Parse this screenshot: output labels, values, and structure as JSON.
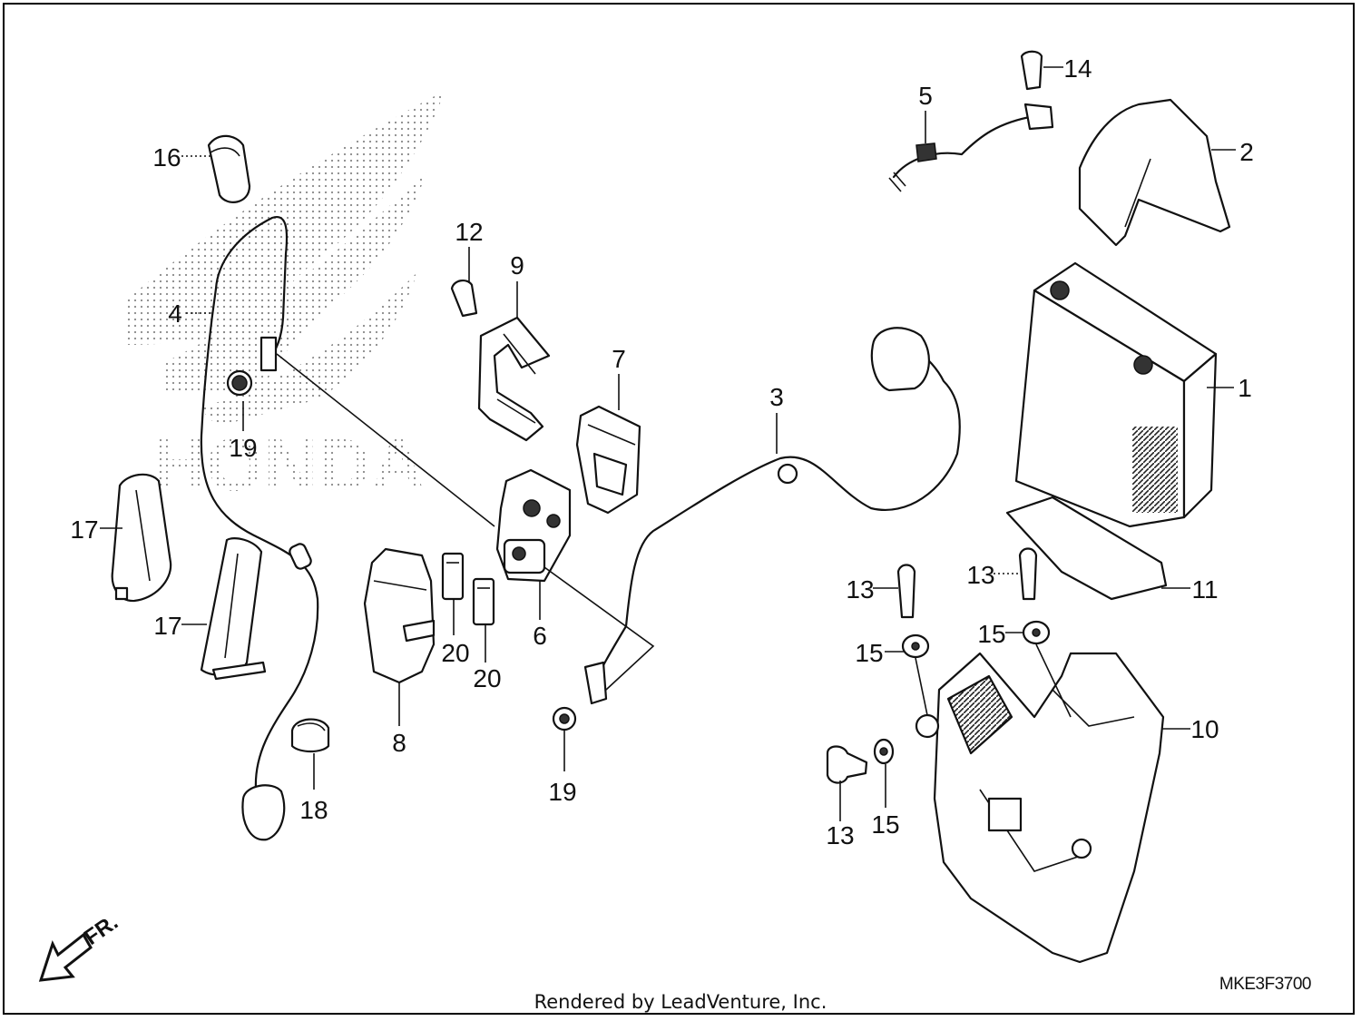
{
  "callouts": {
    "c1": "1",
    "c2": "2",
    "c3": "3",
    "c4": "4",
    "c5": "5",
    "c6": "6",
    "c7": "7",
    "c8": "8",
    "c9": "9",
    "c10": "10",
    "c11": "11",
    "c12": "12",
    "c13a": "13",
    "c13b": "13",
    "c13c": "13",
    "c14": "14",
    "c15a": "15",
    "c15b": "15",
    "c15c": "15",
    "c16": "16",
    "c17a": "17",
    "c17b": "17",
    "c18": "18",
    "c19a": "19",
    "c19b": "19",
    "c20a": "20",
    "c20b": "20"
  },
  "watermark": "HONDA",
  "direction_label": "FR.",
  "diagram_code": "MKE3F3700",
  "credit": "Rendered by LeadVenture, Inc."
}
